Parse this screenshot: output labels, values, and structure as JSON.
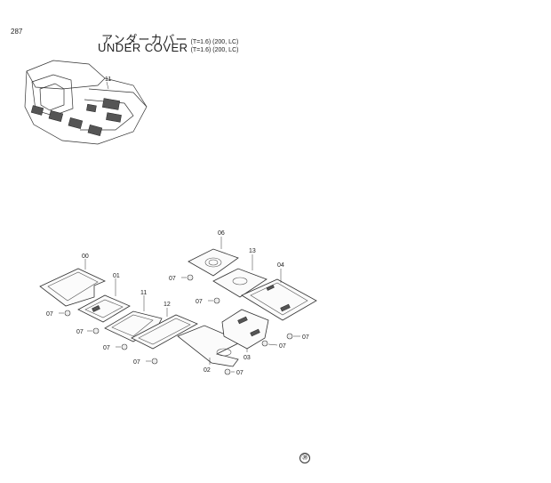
{
  "page_number": "287",
  "title": {
    "japanese": "アンダーカバー",
    "japanese_note": "(T=1.6) (200, LC)",
    "english": "UNDER COVER",
    "english_note": "(T=1.6) (200, LC)"
  },
  "thumbnail_label": "11",
  "part_labels": {
    "p00": "00",
    "p01": "01",
    "p02": "02",
    "p03": "03",
    "p04": "04",
    "p06": "06",
    "p11": "11",
    "p12": "12",
    "p13": "13"
  },
  "bolt_label": "07",
  "footer_mark": "㊳"
}
